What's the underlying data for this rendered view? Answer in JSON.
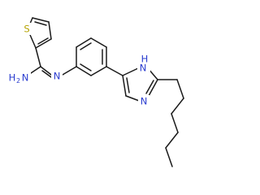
{
  "structure": {
    "atoms": {
      "sulfur": {
        "symbol": "S",
        "color": "#b5a300"
      },
      "amine": {
        "symbol": "H",
        "subscript": "2",
        "suffix": "N",
        "color": "#2a3ccf"
      },
      "imine_n": {
        "symbol": "N",
        "color": "#2a3ccf"
      },
      "imidazole_nh": {
        "symbol": "N",
        "hydrogen": "H",
        "color": "#2a3ccf"
      },
      "imidazole_n": {
        "symbol": "N",
        "color": "#2a3ccf"
      }
    },
    "bond_color": "#1a1a1a"
  }
}
